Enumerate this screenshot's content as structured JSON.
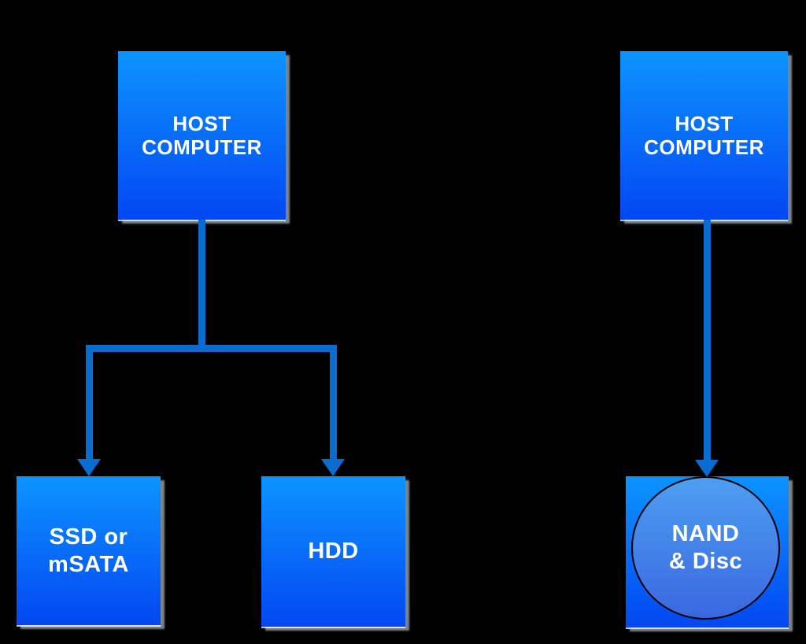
{
  "colors": {
    "background": "#000000",
    "box_top": "#0d94ff",
    "box_bottom": "#0347f2",
    "connector": "#0a6cce",
    "circle_top": "#4d9ff2",
    "circle_bottom": "#3a67e0",
    "circle_outline": "#000000",
    "label_text": "#ffffff",
    "shadow": "#7d8489"
  },
  "nodes": {
    "host_left": {
      "line1": "HOST",
      "line2": "COMPUTER"
    },
    "host_right": {
      "line1": "HOST",
      "line2": "COMPUTER"
    },
    "ssd": {
      "line1": "SSD or",
      "line2": "mSATA"
    },
    "hdd": {
      "line1": "HDD"
    },
    "nand": {
      "line1": "NAND",
      "line2": "& Disc"
    }
  },
  "connections": [
    {
      "from": "host_left",
      "to": "ssd"
    },
    {
      "from": "host_left",
      "to": "hdd"
    },
    {
      "from": "host_right",
      "to": "nand"
    }
  ]
}
